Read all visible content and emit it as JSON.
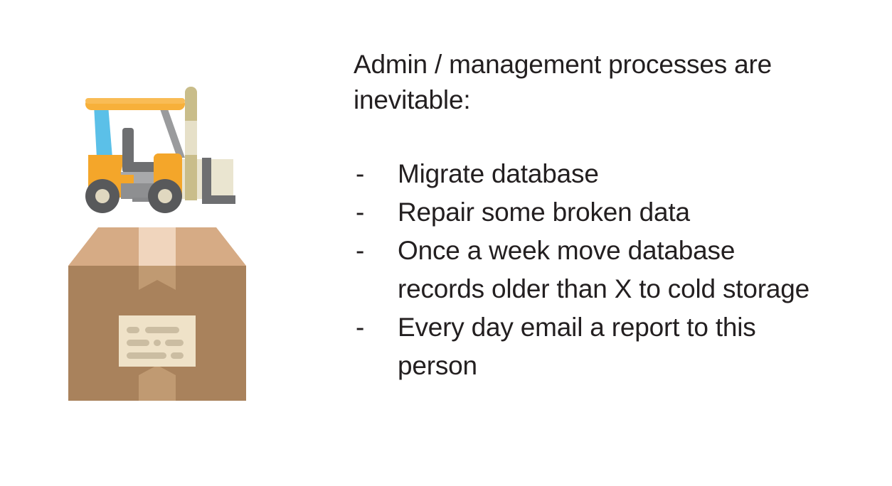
{
  "slide": {
    "background_color": "#ffffff",
    "text_color": "#231f20",
    "heading": "Admin / management processes are inevitable:",
    "bullet_marker": "-",
    "bullets": [
      {
        "marker": "-",
        "text": "Migrate database"
      },
      {
        "marker": "-",
        "text": "Repair some broken data"
      },
      {
        "marker": "-",
        "text": "Once a week move database records older than X to cold storage"
      },
      {
        "marker": "-",
        "text": "Every day email a report to this person"
      }
    ]
  },
  "illustration": {
    "forklift": {
      "name": "forklift-illustration",
      "colors": {
        "body_orange": "#f4a62a",
        "body_orange_dark": "#e8981f",
        "canopy_orange": "#f7b03a",
        "windscreen_blue": "#5bc0e8",
        "pillar_gray": "#9a9b9d",
        "seat_dark_gray": "#6e6f71",
        "seat_light_gray": "#a8a9ab",
        "wheel_gray": "#58595b",
        "wheel_hub": "#e0d8c0",
        "mast_khaki": "#c9bd8a",
        "mast_light": "#e6e0c8",
        "fork_gray": "#6e6f71"
      }
    },
    "package": {
      "name": "package-box-illustration",
      "colors": {
        "lid_tan": "#d6ab85",
        "front_brown": "#a9825c",
        "tape_light": "#f0d5bd",
        "tape_mid": "#c09a72",
        "label_cream": "#efe2c8",
        "label_line": "#cbbda2"
      }
    }
  }
}
